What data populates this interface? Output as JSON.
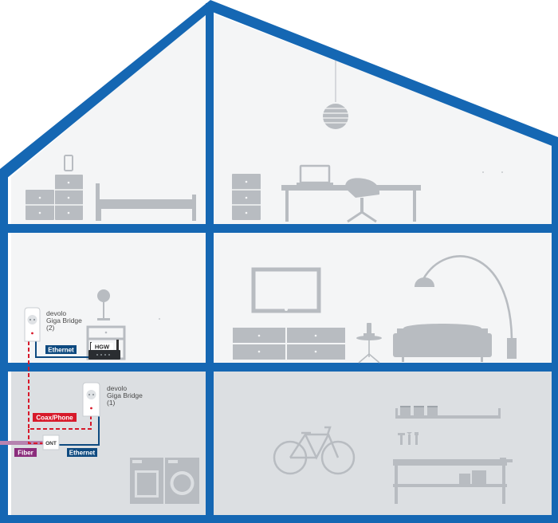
{
  "colors": {
    "wall": "#1567b3",
    "furniture": "#b8bcc1",
    "basement": "#dcdfe2",
    "coax": "#d7192a",
    "ethernet": "#0e4a80",
    "fiber": "#8b2d7c"
  },
  "devices": {
    "bridge_2": {
      "line1": "devolo",
      "line2": "Giga Bridge",
      "line3": "(2)"
    },
    "bridge_1": {
      "line1": "devolo",
      "line2": "Giga Bridge",
      "line3": "(1)"
    }
  },
  "labels": {
    "ethernet_top": "Ethernet",
    "hgw": "HGW",
    "coax_phone": "Coax/Phone",
    "ont": "ONT",
    "fiber": "Fiber",
    "ethernet_bottom": "Ethernet"
  }
}
